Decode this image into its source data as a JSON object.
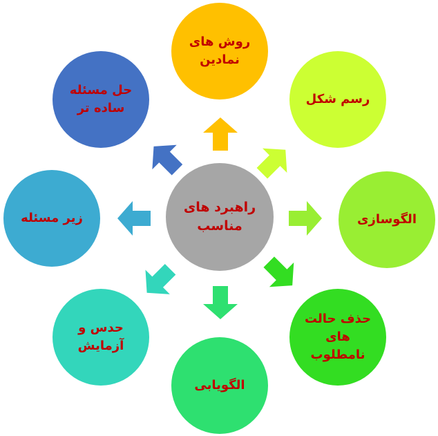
{
  "diagram": {
    "center": {
      "label": "راهبرد های\nمناسب",
      "color": "#a6a6a6"
    },
    "nodes": [
      {
        "id": "top",
        "label": "روش های\nنمادین",
        "color": "#ffc000"
      },
      {
        "id": "top-right",
        "label": "رسم شکل",
        "color": "#ccff33"
      },
      {
        "id": "right",
        "label": "الگوسازی",
        "color": "#99ee33"
      },
      {
        "id": "bottom-right",
        "label": "حذف حالت\nهای\nنامطلوب",
        "color": "#33dd22"
      },
      {
        "id": "bottom",
        "label": "الگویابی",
        "color": "#2ee070"
      },
      {
        "id": "bottom-left",
        "label": "حدس و\nآزمایش",
        "color": "#33d6bb"
      },
      {
        "id": "left",
        "label": "زیر مسئله",
        "color": "#3dabd1"
      },
      {
        "id": "top-left",
        "label": "حل مسئله\nساده تر",
        "color": "#4472c4"
      }
    ],
    "arrow_colors": {
      "top": "#ffc000",
      "top-right": "#ccff33",
      "right": "#99ee33",
      "bottom-right": "#33dd22",
      "bottom": "#2ee070",
      "bottom-left": "#33d6bb",
      "left": "#3dabd1",
      "top-left": "#4472c4"
    }
  }
}
